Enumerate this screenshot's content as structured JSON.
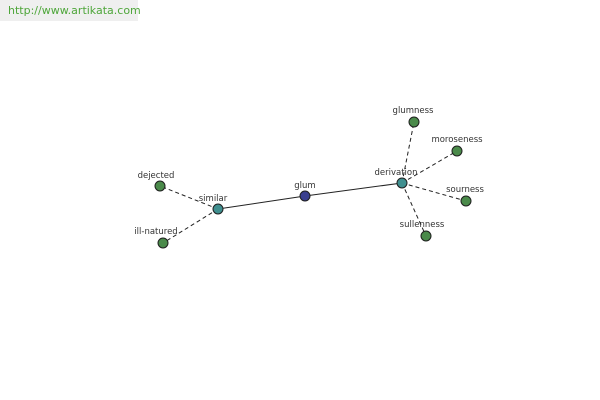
{
  "header": {
    "url": "http://www.artikata.com"
  },
  "graph": {
    "colors": {
      "center": "#3a3f8f",
      "hub": "#3f8f8f",
      "leaf": "#4a8a4a"
    },
    "nodes": [
      {
        "id": "glum",
        "label": "glum",
        "kind": "center"
      },
      {
        "id": "similar",
        "label": "similar",
        "kind": "hub"
      },
      {
        "id": "derivation",
        "label": "derivation",
        "kind": "hub"
      },
      {
        "id": "dejected",
        "label": "dejected",
        "kind": "leaf"
      },
      {
        "id": "ill-natured",
        "label": "ill-natured",
        "kind": "leaf"
      },
      {
        "id": "glumness",
        "label": "glumness",
        "kind": "leaf"
      },
      {
        "id": "moroseness",
        "label": "moroseness",
        "kind": "leaf"
      },
      {
        "id": "sourness",
        "label": "sourness",
        "kind": "leaf"
      },
      {
        "id": "sullenness",
        "label": "sullenness",
        "kind": "leaf"
      }
    ],
    "edges": [
      {
        "from": "glum",
        "to": "similar",
        "style": "solid"
      },
      {
        "from": "glum",
        "to": "derivation",
        "style": "solid"
      },
      {
        "from": "similar",
        "to": "dejected",
        "style": "dashed"
      },
      {
        "from": "similar",
        "to": "ill-natured",
        "style": "dashed"
      },
      {
        "from": "derivation",
        "to": "glumness",
        "style": "dashed"
      },
      {
        "from": "derivation",
        "to": "moroseness",
        "style": "dashed"
      },
      {
        "from": "derivation",
        "to": "sourness",
        "style": "dashed"
      },
      {
        "from": "derivation",
        "to": "sullenness",
        "style": "dashed"
      }
    ]
  }
}
